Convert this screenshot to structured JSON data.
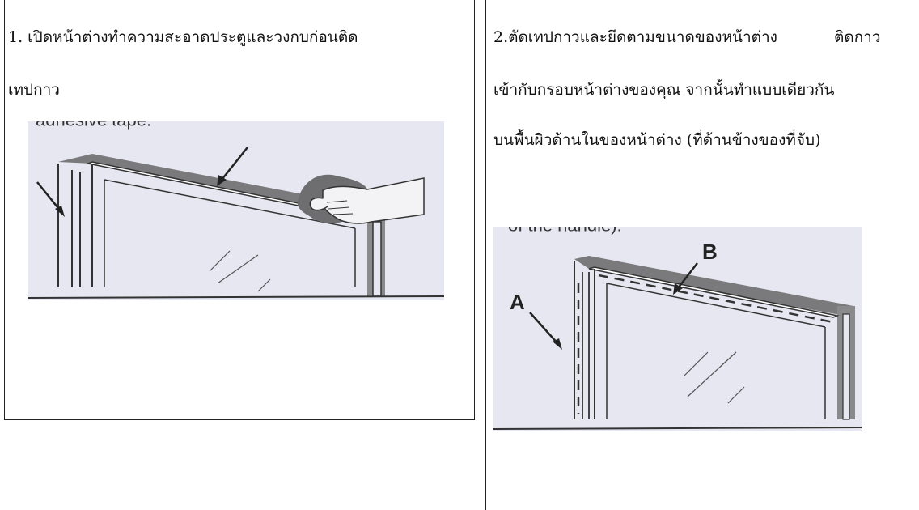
{
  "step1": {
    "text_line1": "1. เปิดหน้าต่างทำความสะอาดประตูและวงกบก่อนติด",
    "text_line2": "เทปกาว",
    "image_caption_fragment": "adhesive tape."
  },
  "step2": {
    "text_line1_a": "2.ตัดเทปกาวและยึดตามขนาดของหน้าต่าง",
    "text_line1_b": "ติดกาว",
    "text_line2": "เข้ากับกรอบหน้าต่างของคุณ จากนั้นทำแบบเดียวกัน",
    "text_line3": "บนพื้นผิวด้านในของหน้าต่าง (ที่ด้านข้างของที่จับ)",
    "image_caption_fragment": "of the handle).",
    "label_a": "A",
    "label_b": "B"
  }
}
